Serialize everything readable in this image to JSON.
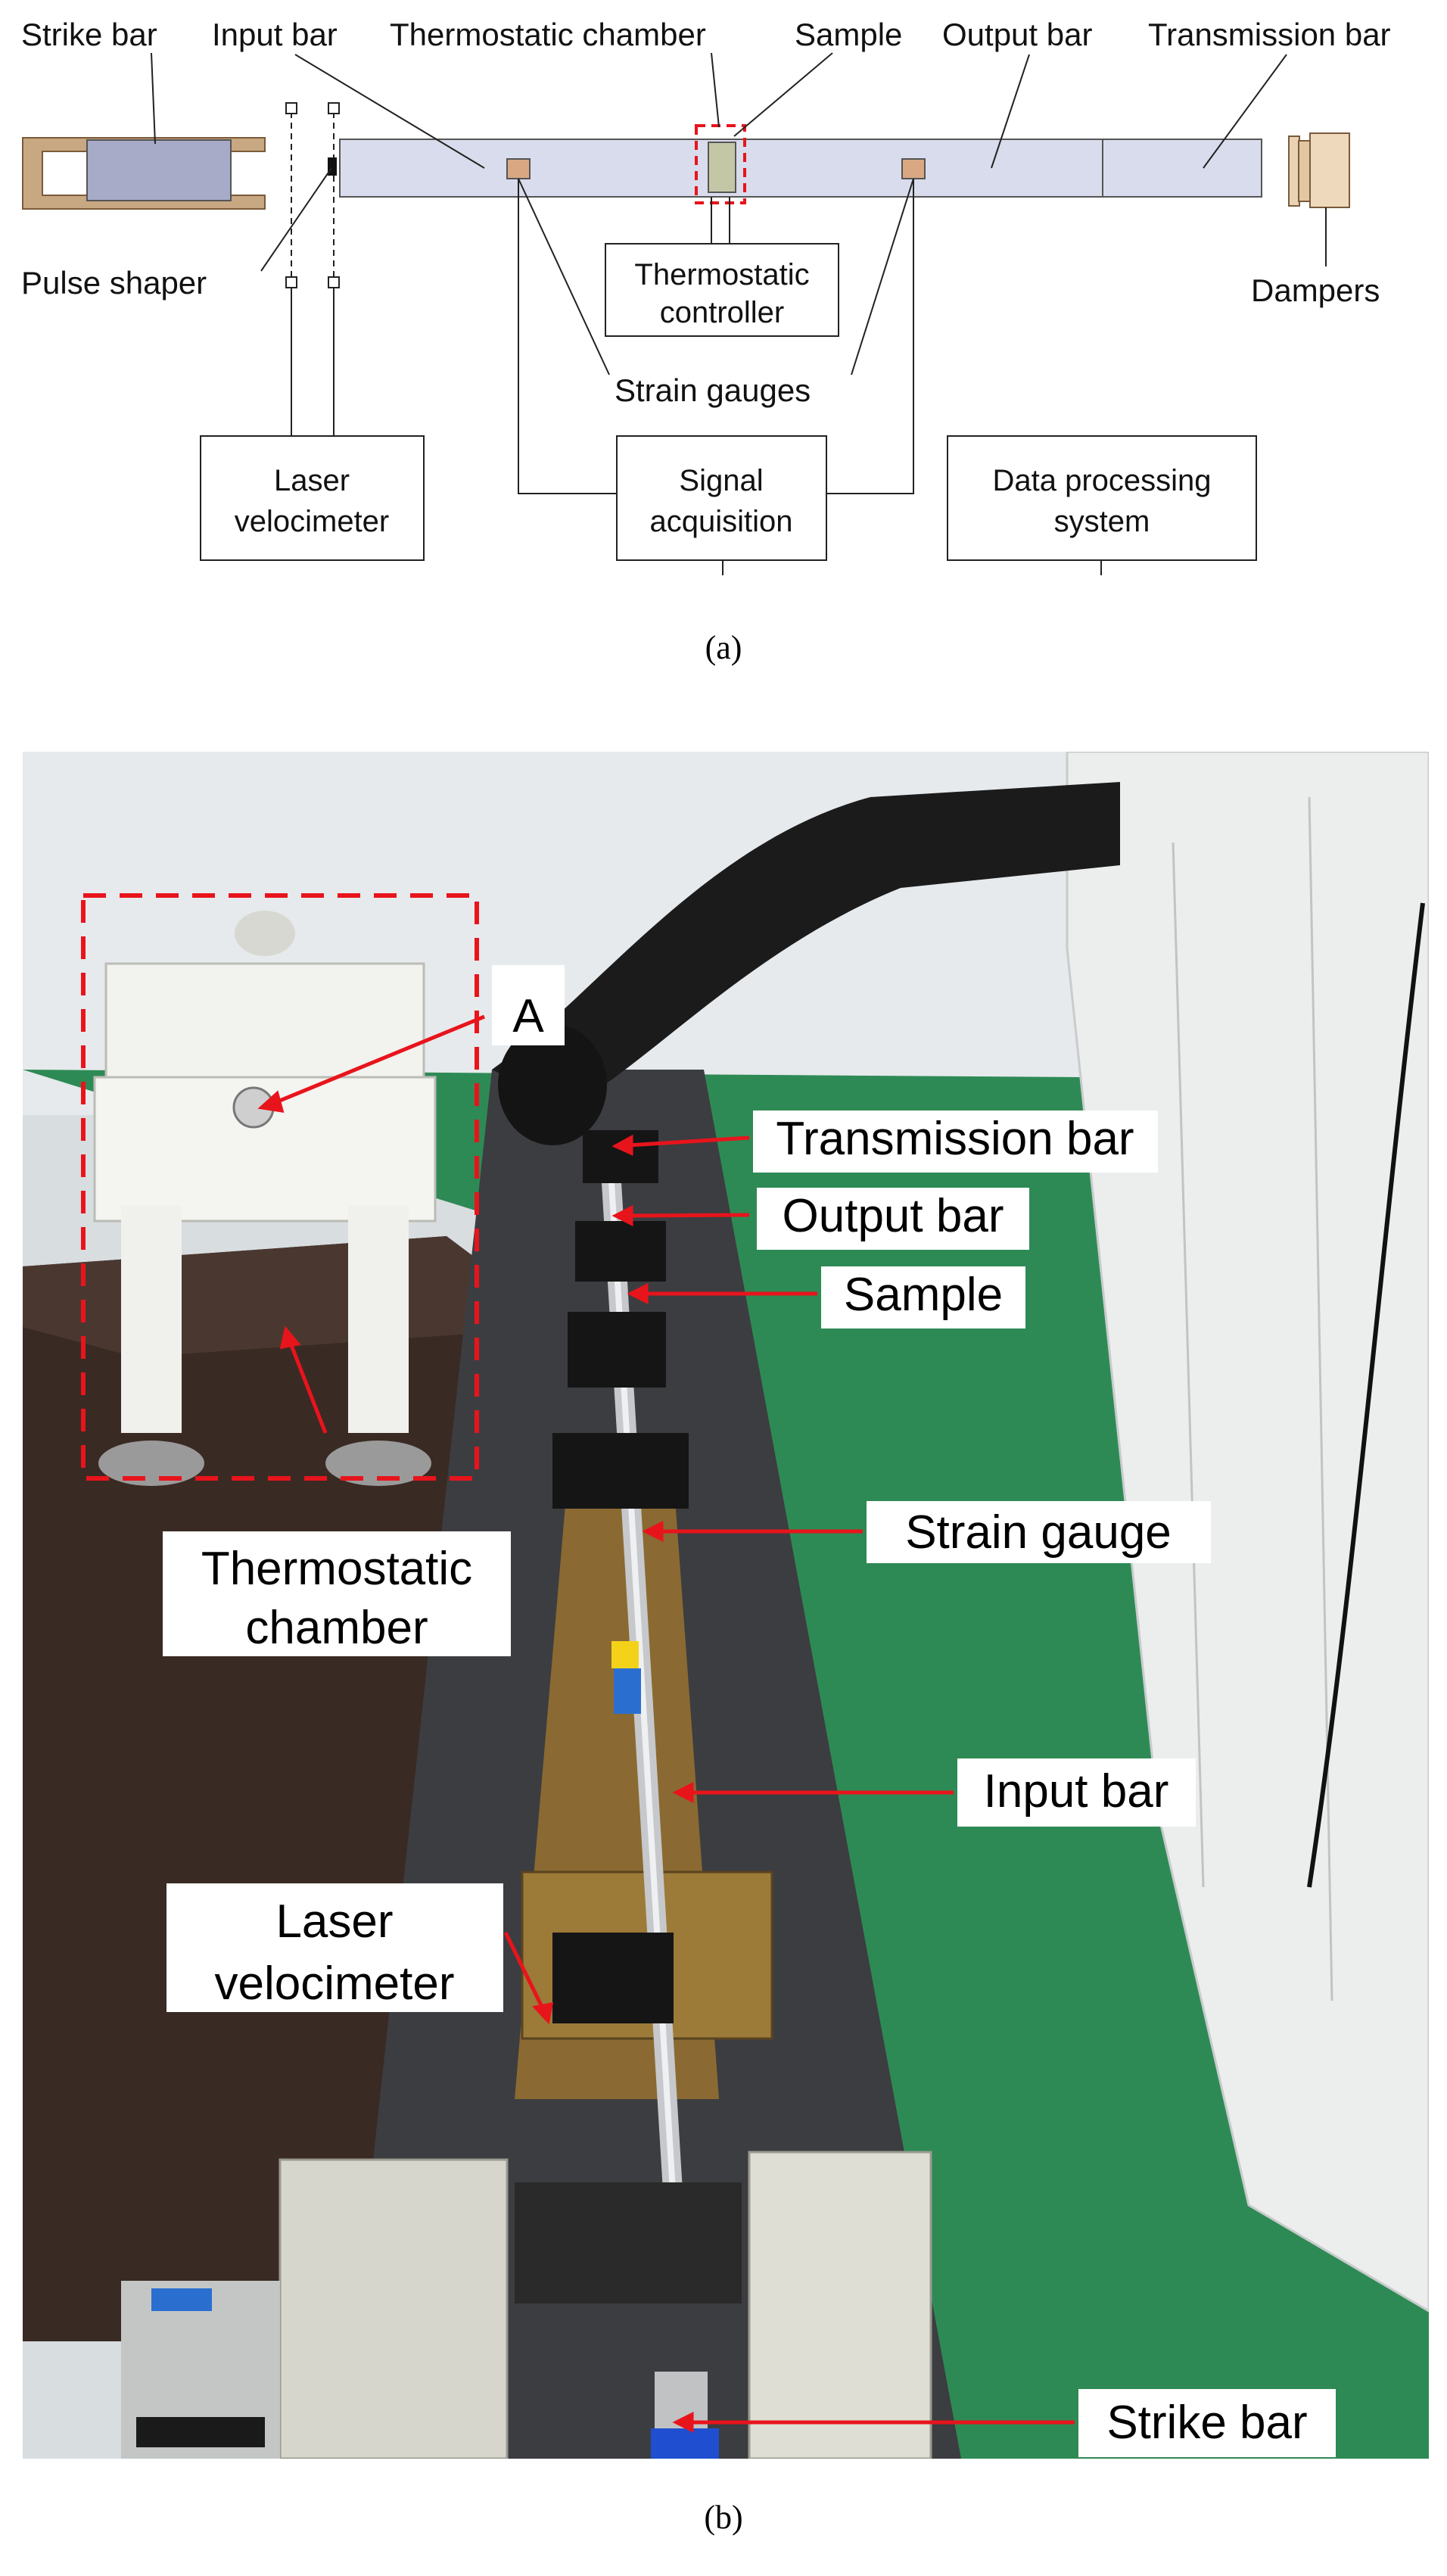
{
  "panel_a": {
    "caption": "(a)",
    "labels": {
      "strike_bar": "Strike bar",
      "input_bar": "Input bar",
      "thermostatic_chamber": "Thermostatic chamber",
      "sample": "Sample",
      "output_bar": "Output bar",
      "transmission_bar": "Transmission bar",
      "pulse_shaper": "Pulse shaper",
      "thermostatic_controller_1": "Thermostatic",
      "thermostatic_controller_2": "controller",
      "dampers": "Dampers",
      "strain_gauges": "Strain gauges",
      "laser_velocimeter_1": "Laser",
      "laser_velocimeter_2": "velocimeter",
      "signal_acquisition_1": "Signal",
      "signal_acquisition_2": "acquisition",
      "data_processing_1": "Data processing",
      "data_processing_2": "system"
    }
  },
  "panel_b": {
    "caption": "(b)",
    "callouts": {
      "a": "A",
      "transmission_bar": "Transmission bar",
      "output_bar": "Output bar",
      "sample": "Sample",
      "strain_gauge": "Strain gauge",
      "thermostatic_chamber_1": "Thermostatic",
      "thermostatic_chamber_2": "chamber",
      "input_bar": "Input bar",
      "laser_velocimeter_1": "Laser",
      "laser_velocimeter_2": "velocimeter",
      "strike_bar": "Strike bar"
    }
  },
  "colors": {
    "bar_fill": "#d9dcec",
    "strike_fill": "#a7abc8",
    "frame_brown": "#c8a882",
    "annotation_red": "#e8141c",
    "floor_green": "#2e8a55"
  }
}
